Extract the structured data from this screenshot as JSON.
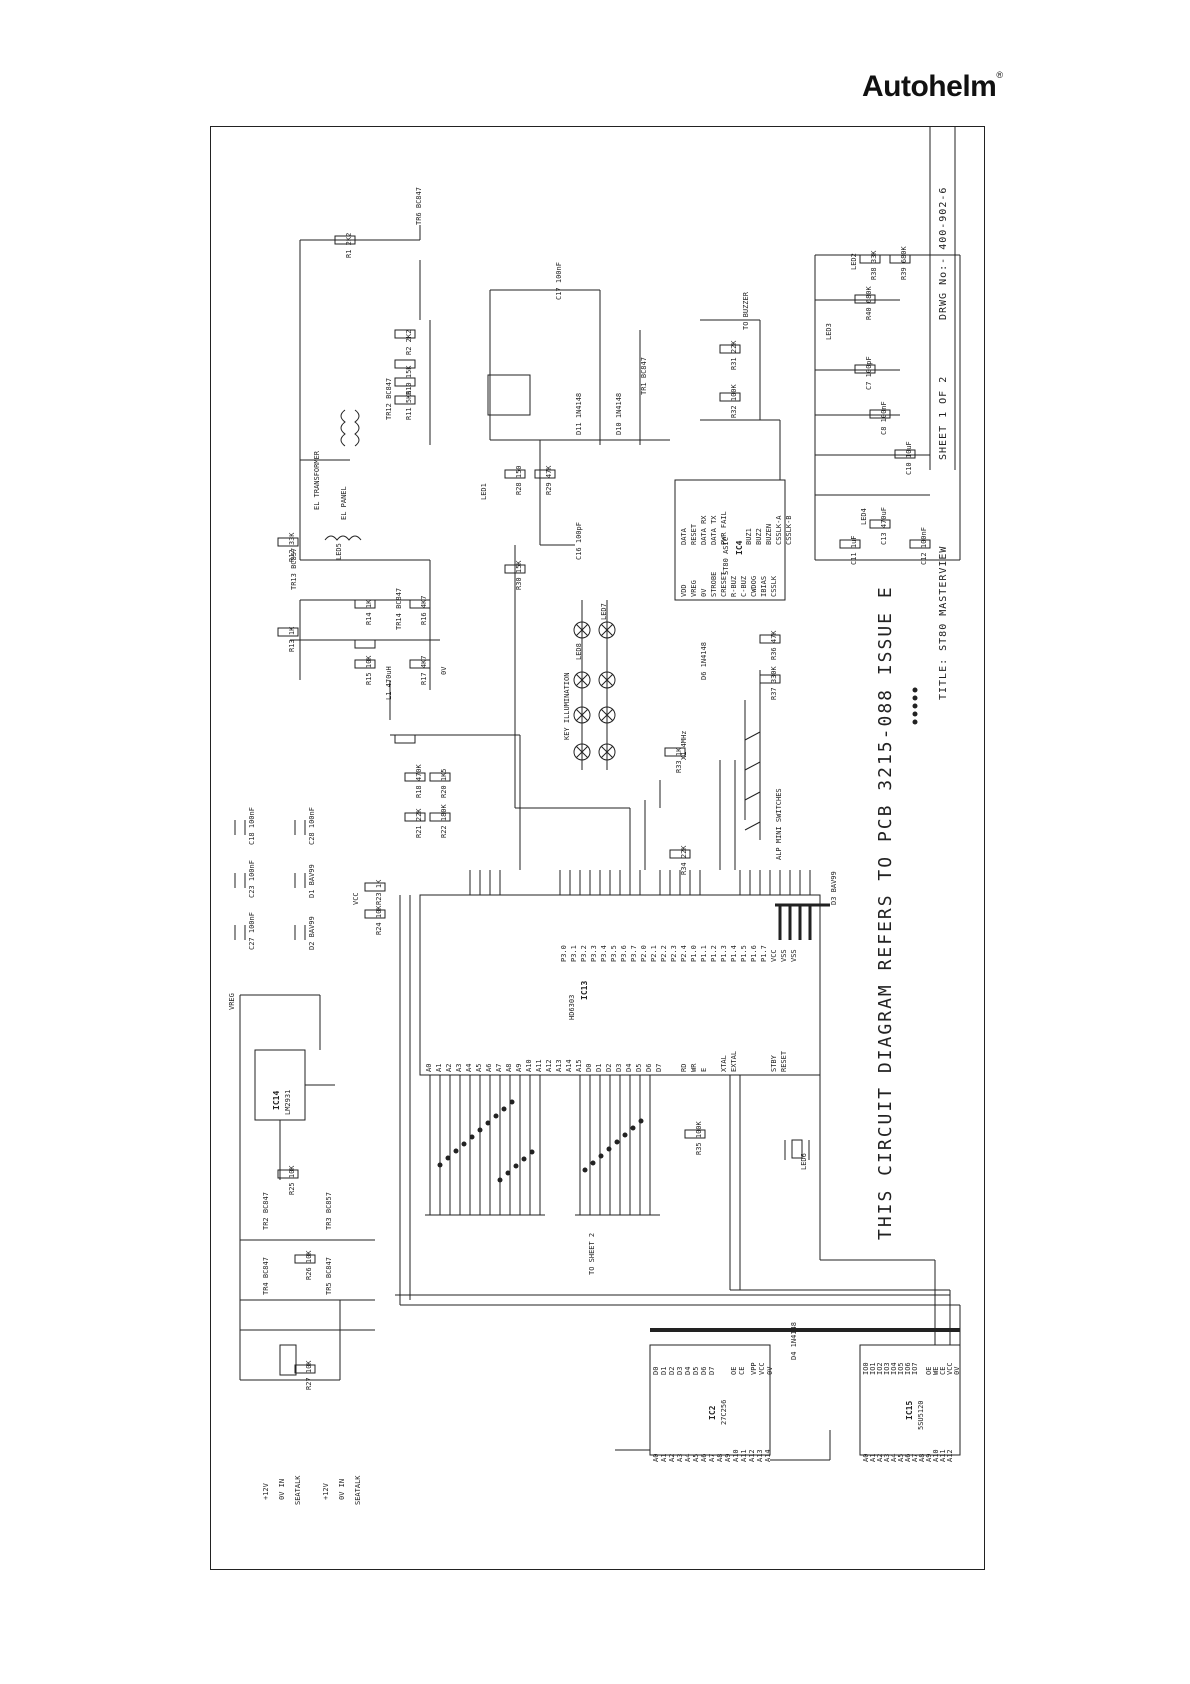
{
  "brand": {
    "logo_text": "Autohelm",
    "registered_mark": "®"
  },
  "title_block": {
    "drawing_no": "DRWG No:- 400-902-6",
    "sheet": "SHEET 1 OF 2",
    "title": "TITLE: ST80 MASTERVIEW"
  },
  "notes": {
    "circuit_note": "THIS CIRCUIT DIAGRAM REFERS TO PCB 3215-088 ISSUE E",
    "sheet_ref": "TO SHEET 2"
  },
  "ics": {
    "ic13": "IC13",
    "ic13_part": "HD6303",
    "ic4": "IC4",
    "ic4_part": "ST80 ASIC",
    "ic14": "IC14",
    "ic14_part": "LM2931",
    "ic2": "IC2",
    "ic2_part": "27C256",
    "ic15": "IC15",
    "ic15_part": "5SU5120"
  },
  "sections": {
    "key_illumination": "KEY ILLUMINATION",
    "key_switches": "ALP MINI SWITCHES",
    "el_panel": "EL PANEL",
    "el_transformer": "EL TRANSFORMER",
    "buzzer": "TO BUZZER"
  },
  "power_labels": [
    "+12V",
    "0V IN",
    "SEATALK",
    "+12V",
    "0V IN",
    "SEATALK"
  ],
  "rails": {
    "vcc": "VCC",
    "vreg": "VREG",
    "gnd": "0V"
  },
  "components": [
    "R1 2K2",
    "R2 2K2",
    "R10 15K",
    "R11 5K6",
    "R12 33K",
    "R13 1K",
    "R14 1K",
    "R15 10K",
    "R16 4K7",
    "R17 4K7",
    "R18 470K",
    "R20 1K5",
    "R21 22K",
    "R22 180K",
    "R23 1K",
    "R24 10K",
    "R25 10K",
    "R26 10K",
    "R27 10K",
    "R28 150",
    "R29 47K",
    "R30 15K",
    "R31 22K",
    "R32 100K",
    "R33 1K",
    "R34 22K",
    "R35 100K",
    "R36 47K",
    "R37 330K",
    "R38 33K",
    "R39 680K",
    "R40 680K",
    "C7 100pF",
    "C8 100nF",
    "C10 10uF",
    "C11 1uF",
    "C12 100nF",
    "C13 470uF",
    "C16 100pF",
    "C17 100nF",
    "C18 100nF",
    "C23 100nF",
    "C27 100nF",
    "C28 100nF",
    "D1 BAV99",
    "D2 BAV99",
    "D3 BAV99",
    "D4 1N4148",
    "D6 1N4148",
    "D10 1N4148",
    "D11 1N4148",
    "TR1 BC847",
    "TR2 BC847",
    "TR3 BC857",
    "TR4 BC847",
    "TR5 BC847",
    "TR6 BC847",
    "TR12 BC847",
    "TR13 BC857",
    "TR14 BC847",
    "L1 470uH",
    "X1 4MHz",
    "LED1",
    "LED2",
    "LED3",
    "LED4",
    "LED5",
    "LED6",
    "LED7",
    "LED8"
  ],
  "pin_names": {
    "ic13_right": [
      "P3.0",
      "P3.1",
      "P3.2",
      "P3.3",
      "P3.4",
      "P3.5",
      "P3.6",
      "P3.7",
      "P2.0",
      "P2.1",
      "P2.2",
      "P2.3",
      "P2.4",
      "P1.0",
      "P1.1",
      "P1.2",
      "P1.3",
      "P1.4",
      "P1.5",
      "P1.6",
      "P1.7",
      "VCC",
      "VSS",
      "VSS"
    ],
    "ic13_bottom": [
      "A0",
      "A1",
      "A2",
      "A3",
      "A4",
      "A5",
      "A6",
      "A7",
      "A8",
      "A9",
      "A10",
      "A11",
      "A12",
      "A13",
      "A14",
      "A15",
      "D0",
      "D1",
      "D2",
      "D3",
      "D4",
      "D5",
      "D6",
      "D7",
      "RD",
      "WR",
      "E",
      "XTAL",
      "EXTAL",
      "STBY",
      "RESET"
    ],
    "ic4_left": [
      "DATA",
      "RESET",
      "DATA RX",
      "DATA TX",
      "PWR FAIL",
      "BUZ1",
      "BUZ2",
      "BUZEN",
      "CSSLK-A",
      "CSSLK-B"
    ],
    "ic4_right": [
      "VDD",
      "VREG",
      "0V",
      "STROBE",
      "CRESET",
      "R-BUZ",
      "C-BUZ",
      "CWDOG",
      "IBIAS",
      "CSSLK"
    ],
    "ic2_pins": [
      "A0",
      "A1",
      "A2",
      "A3",
      "A4",
      "A5",
      "A6",
      "A7",
      "A8",
      "A9",
      "A10",
      "A11",
      "A12",
      "A13",
      "A14",
      "D0",
      "D1",
      "D2",
      "D3",
      "D4",
      "D5",
      "D6",
      "D7",
      "OE",
      "CE",
      "VPP",
      "VCC",
      "0V"
    ],
    "ic15_pins": [
      "A0",
      "A1",
      "A2",
      "A3",
      "A4",
      "A5",
      "A6",
      "A7",
      "A8",
      "A9",
      "A10",
      "A11",
      "A12",
      "IO0",
      "IO1",
      "IO2",
      "IO3",
      "IO4",
      "IO5",
      "IO6",
      "IO7",
      "OE",
      "WE",
      "CE",
      "VCC",
      "0V"
    ]
  }
}
